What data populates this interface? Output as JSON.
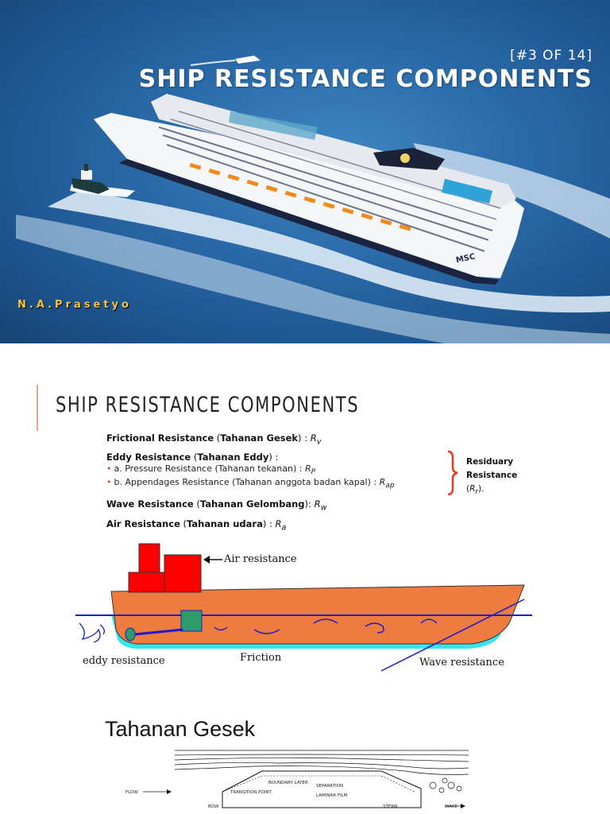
{
  "slide1": {
    "subtitle": "[#3 OF 14]",
    "title": "SHIP RESISTANCE COMPONENTS",
    "author": "N.A.Prasetyo",
    "ship_brand": "MSC"
  },
  "slide2": {
    "title": "SHIP RESISTANCE COMPONENTS",
    "frictional": {
      "label": "Frictional Resistance",
      "paren_open": " (",
      "indo": "Tahanan Gesek",
      "paren_close": ") : ",
      "symbol": "R",
      "sub": "v"
    },
    "eddy": {
      "label": "Eddy Resistance",
      "paren_open": " (",
      "indo": "Tahanan Eddy",
      "paren_close": ") :"
    },
    "bullet_a": {
      "text": "a. Pressure Resistance (Tahanan tekanan) : ",
      "symbol": "R",
      "sub": "P"
    },
    "bullet_b": {
      "text": "b. Appendages Resistance (Tahanan anggota badan kapal) : ",
      "symbol": "R",
      "sub": "ap"
    },
    "wave": {
      "label": "Wave Resistance",
      "paren_open": " (",
      "indo": "Tahanan Gelombang",
      "paren_close": "): ",
      "symbol": "R",
      "sub": "w"
    },
    "air": {
      "label": "Air Resistance",
      "paren_open": " (",
      "indo": "Tahanan udara",
      "paren_close": ") : ",
      "symbol": "R",
      "sub": "a"
    },
    "residuary": {
      "line1": "Residuary",
      "line2": "Resistance",
      "line3_pre": "(",
      "symbol": "R",
      "sub": "r",
      "line3_post": ")."
    },
    "diagram": {
      "air_resistance": "Air resistance",
      "eddy_resistance": "eddy resistance",
      "friction": "Friction",
      "wave_resistance": "Wave resistance"
    }
  },
  "slide3": {
    "title": "Tahanan Gesek",
    "labels": {
      "boundary_layer": "BOUNDARY LAYER",
      "separation": "SEPARATION",
      "transition_point": "TRANSITION POINT",
      "laminar_film": "LAMINAR FILM",
      "flow": "FLOW",
      "bow": "BOW",
      "stern": "STERN",
      "wake": "WAKE"
    }
  },
  "colors": {
    "sea": "#2a6aa8",
    "hull_orange": "#ee7b3f",
    "superstructure_red": "#ff0000",
    "waterline_blue": "#1c1cc8",
    "friction_cyan": "#33e6f0",
    "author_gold": "#f4c53b",
    "bullet_red": "#d34a2a",
    "brace_red": "#e83a1e"
  }
}
